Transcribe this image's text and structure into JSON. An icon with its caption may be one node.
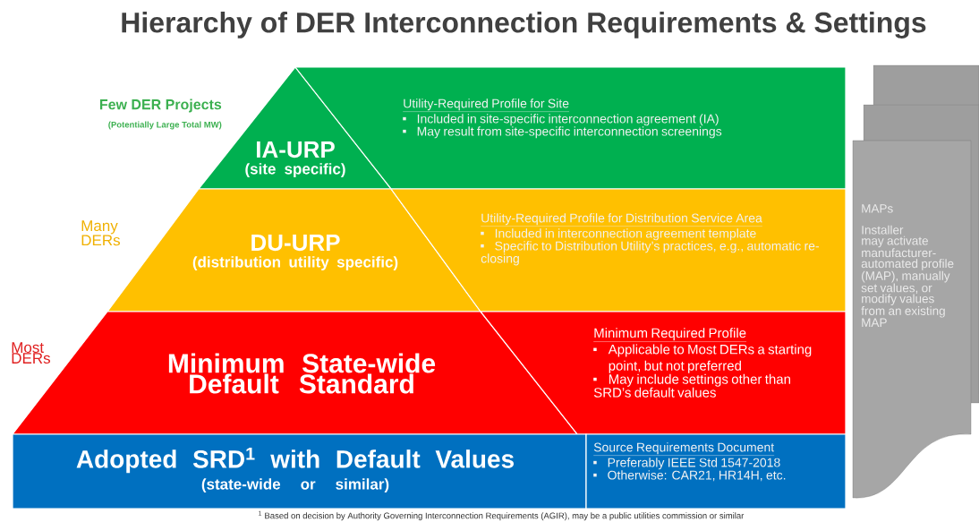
{
  "diagram": {
    "title": "Hierarchy of DER Interconnection Requirements & Settings",
    "nodes": [
      {
        "text": [
          "IA-URP",
          "(site specific)"
        ]
      },
      {
        "text": [
          "Utility-Required Profile for Site",
          "Included in site-specific interconnection agreement (IA)",
          "May result from site-specific interconnection screenings"
        ]
      },
      {
        "text": [
          "DU-URP",
          "(distribution utility specific)"
        ]
      },
      {
        "text": [
          "Utility-Required Profile for Distribution Service Area",
          "Included in interconnection agreement template",
          "Specific to Distribution Utility’s practices, e.g., automatic re-closing"
        ]
      },
      {
        "text": [
          "Minimum State-wide Default Standard"
        ]
      },
      {
        "text": [
          "Minimum Required Profile",
          "Applicable to Most DERs a starting point, but not preferred",
          "May include settings other than SRD’s default values"
        ]
      },
      {
        "text": [
          "Adopted SRD$^{1}$ with Default Values",
          "(state-wide or similar)"
        ]
      },
      {
        "text": [
          "Source Requirements Document",
          "Preferably IEEE Std 1547-2018",
          "Otherwise: CAR21, HR14H, etc."
        ]
      },
      {
        "text": [
          "MAPs",
          "Installer may activate manufacturer-automated profile (MAP), manually set values, or modify values from an existing MAP"
        ]
      }
    ],
    "labels": [
      "Few DER Projects",
      "(Potentially Large Total MW)",
      "Many DERs",
      "Most DERs",
      "$^{1}$ Based on decision by Authority Governing Interconnection Requirements (AGIR), may be a public utilities commission or similar"
    ]
  }
}
